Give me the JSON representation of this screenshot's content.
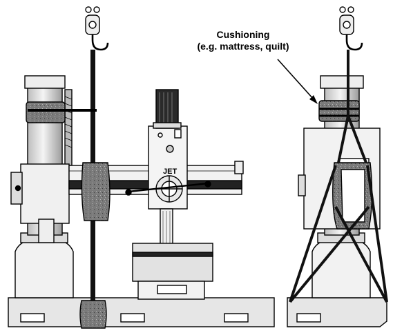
{
  "callout": {
    "line1": "Cushioning",
    "line2": "(e.g. mattress, quilt)"
  },
  "brand_plate": "JET",
  "figure": {
    "views": [
      "front-view-drill-press",
      "side-view-drill-press"
    ],
    "icons": [
      "crane-hook-icon",
      "lifting-strap-icon",
      "cushion-icon",
      "callout-arrow-icon"
    ],
    "colors": {
      "outline": "#000000",
      "cushion": "#777777",
      "metal": "#e9e9e9",
      "strap": "#111111"
    }
  }
}
